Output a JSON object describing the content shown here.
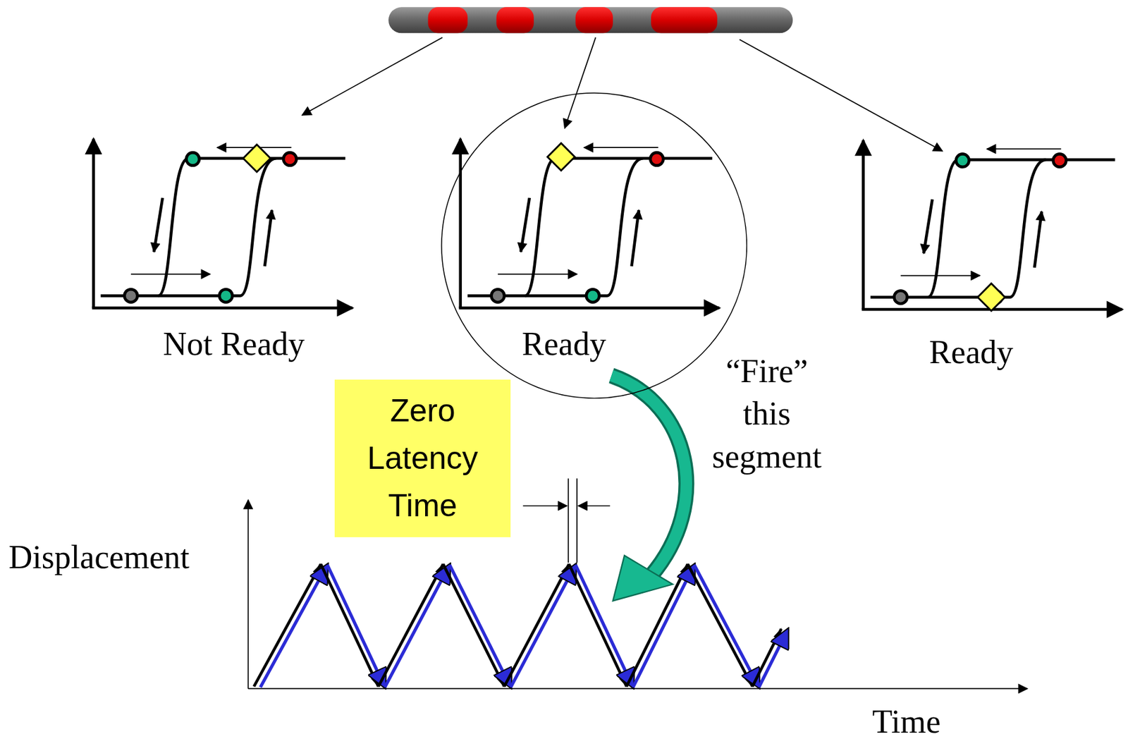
{
  "diagram": {
    "nodes": [
      {
        "text": [
          "Ready"
        ]
      },
      {
        "text": [
          "Zero Latency Time"
        ]
      }
    ],
    "labels": [
      "Not Ready",
      "Ready",
      "“Fire” this segment",
      "Displacement",
      "Time"
    ]
  }
}
